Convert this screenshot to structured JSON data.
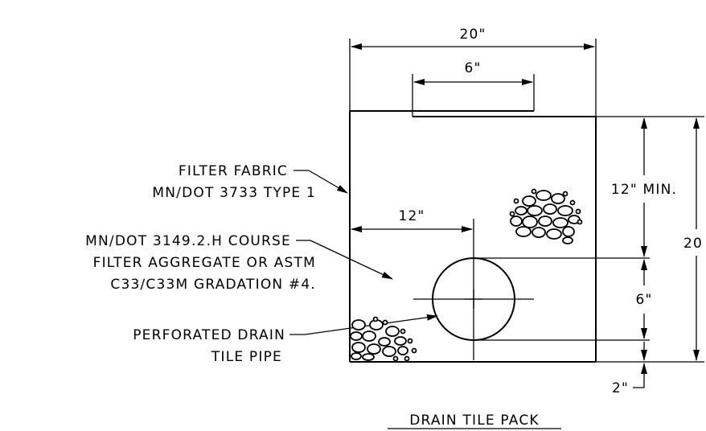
{
  "dimensions": {
    "overall_width": "20\"",
    "trench_width": "6\"",
    "pipe_offset": "12\"",
    "cover_depth": "12\" MIN.",
    "overall_depth": "20",
    "pipe_diameter": "6\"",
    "bedding": "2\""
  },
  "labels": {
    "filter_fabric_1": "FILTER FABRIC",
    "filter_fabric_2": "MN/DOT 3733 TYPE 1",
    "aggregate_1": "MN/DOT 3149.2.H COURSE",
    "aggregate_2": "FILTER AGGREGATE OR ASTM",
    "aggregate_3": "C33/C33M GRADATION #4.",
    "pipe_1": "PERFORATED DRAIN",
    "pipe_2": "TILE PIPE"
  },
  "title": "DRAIN TILE PACK"
}
